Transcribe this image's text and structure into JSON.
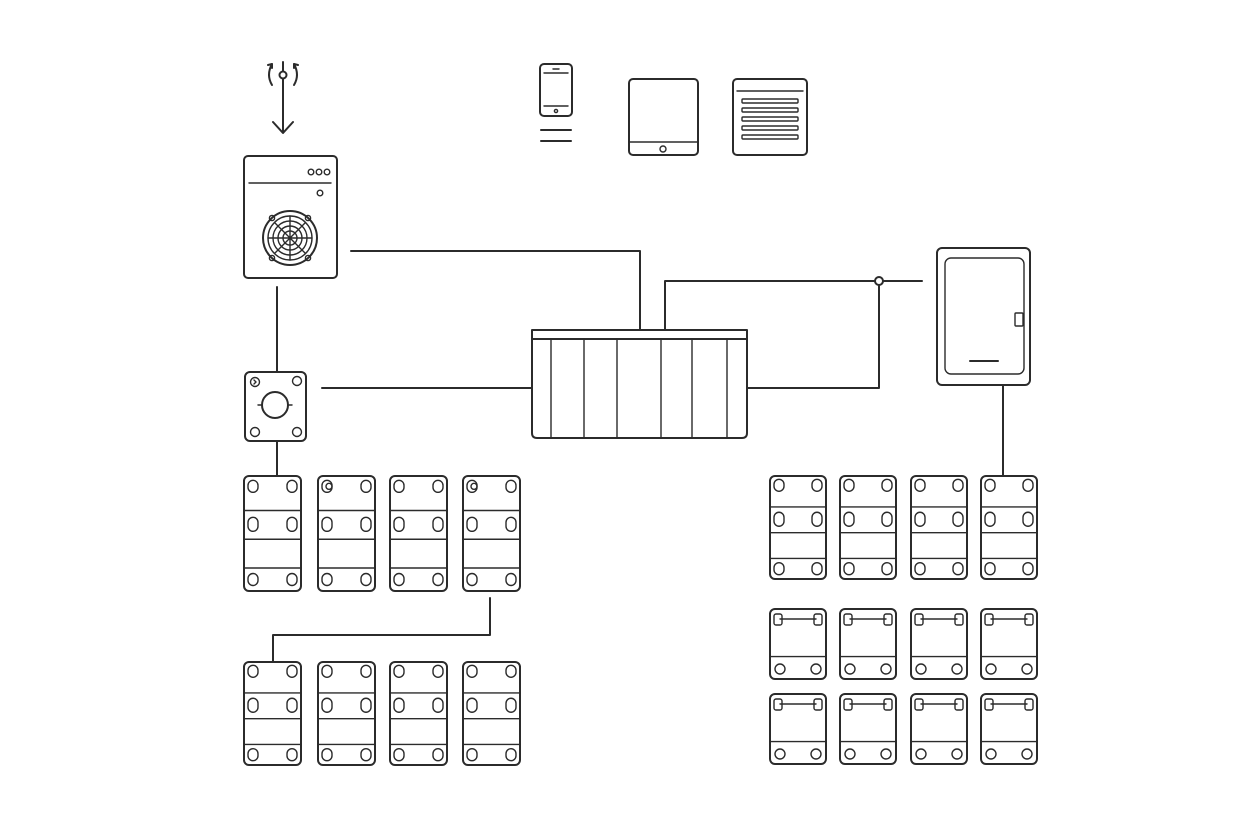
{
  "diagram": {
    "stroke_color": "#2b2b2b",
    "background_color": "#ffffff",
    "devices": {
      "top_left": "wireless-antenna-icon",
      "top_row": [
        "smartphone-icon",
        "tablet-icon",
        "display-panel-icon"
      ],
      "server": "server-with-fan-icon",
      "hub": "hub-device-icon",
      "switch": "network-switch-icon",
      "cabinet": "wall-cabinet-icon",
      "module_groups": [
        {
          "name": "left-top-modules",
          "count": 4,
          "icon": "module-icon"
        },
        {
          "name": "left-bottom-modules",
          "count": 4,
          "icon": "module-icon"
        },
        {
          "name": "right-top-modules",
          "count": 4,
          "icon": "module-icon"
        },
        {
          "name": "right-middle-modules",
          "count": 4,
          "icon": "module-icon"
        },
        {
          "name": "right-bottom-modules",
          "count": 4,
          "icon": "module-icon"
        }
      ]
    }
  }
}
